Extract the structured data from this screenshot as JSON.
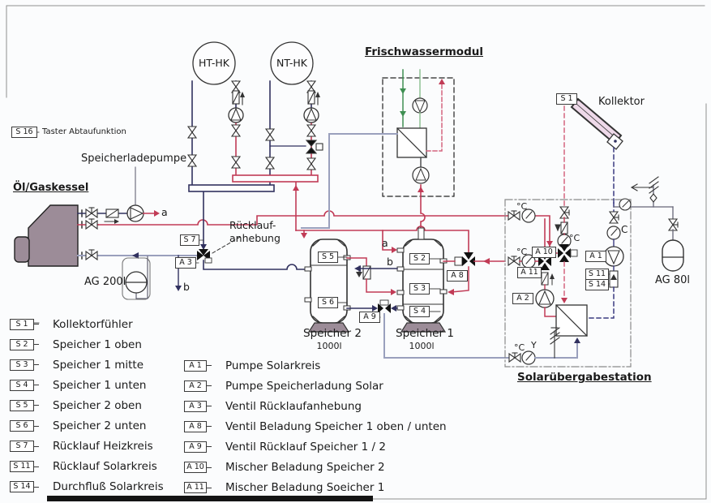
{
  "headings": {
    "boiler": "Öl/Gaskessel",
    "freshwater": "Frischwassermodul",
    "solar_station": "Solarübergabestation"
  },
  "labels": {
    "collector": "Kollektor",
    "charge_pump": "Speicherladepumpe",
    "s16_label": "Taster Abtaufunktion",
    "ht_hk": "HT-HK",
    "nt_hk": "NT-HK",
    "return_raise_line1": "Rücklauf-",
    "return_raise_line2": "anhebung",
    "ag200": "AG 200l",
    "ag80": "AG 80l",
    "tank2_name": "Speicher 2",
    "tank2_vol": "1000l",
    "tank1_name": "Speicher 1",
    "tank1_vol": "1000l",
    "a": "a",
    "b": "b",
    "deg_c": "°C",
    "c": "C",
    "y": "Y"
  },
  "tags": {
    "s16": "S 16",
    "s1": "S 1",
    "s2": "S 2",
    "s3": "S 3",
    "s4": "S 4",
    "s5": "S 5",
    "s6": "S 6",
    "s7": "S 7",
    "s11": "S 11",
    "s14": "S 14",
    "a1": "A 1",
    "a2": "A 2",
    "a3": "A 3",
    "a8": "A 8",
    "a9": "A 9",
    "a10": "A 10",
    "a11": "A 11"
  },
  "legend_sensors": [
    {
      "code": "S 1",
      "label": "Kollektorfühler"
    },
    {
      "code": "S 2",
      "label": "Speicher 1 oben"
    },
    {
      "code": "S 3",
      "label": "Speicher 1 mitte"
    },
    {
      "code": "S 4",
      "label": "Speicher 1 unten"
    },
    {
      "code": "S 5",
      "label": "Speicher 2 oben"
    },
    {
      "code": "S 6",
      "label": "Speicher 2 unten"
    },
    {
      "code": "S 7",
      "label": "Rücklauf Heizkreis"
    },
    {
      "code": "S 11",
      "label": "Rücklauf Solarkreis"
    },
    {
      "code": "S 14",
      "label": "Durchfluß Solarkreis"
    }
  ],
  "legend_actors": [
    {
      "code": "A 1",
      "label": "Pumpe Solarkreis"
    },
    {
      "code": "A 2",
      "label": "Pumpe Speicherladung Solar"
    },
    {
      "code": "A 3",
      "label": "Ventil Rücklaufanhebung"
    },
    {
      "code": "A 8",
      "label": "Ventil Beladung Speicher 1 oben / unten"
    },
    {
      "code": "A 9",
      "label": "Ventil Rücklauf Speicher 1 / 2"
    },
    {
      "code": "A 10",
      "label": "Mischer Beladung Speicher 2"
    },
    {
      "code": "A 11",
      "label": "Mischer Beladung Soeicher 1"
    }
  ],
  "colors": {
    "red": "#c13b56",
    "pink": "#d4647e",
    "navy": "#31315f",
    "steel": "#9aa0bd",
    "green_dark": "#3f8f52",
    "green_light": "#8fc193",
    "blue_dash": "#3a3a80",
    "vessel": "#9c8c98",
    "panel": "#eed9e9",
    "border": "#8a8a8a"
  }
}
